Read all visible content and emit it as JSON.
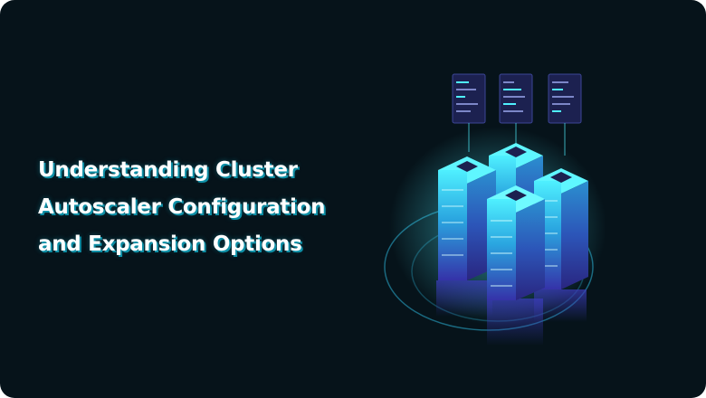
{
  "headline": {
    "lines": [
      "Understanding Cluster",
      "Autoscaler Configuration",
      "and Expansion Options"
    ]
  },
  "colors": {
    "background": "#06131a",
    "headline_text": "#ffffff",
    "headline_shadow": "#0e8fa6",
    "glow_cyan": "#3ee8ff",
    "server_blue": "#3a3fb0",
    "panel_navy": "#1c2150"
  },
  "illustration": {
    "icon": "server-cluster-icon"
  }
}
